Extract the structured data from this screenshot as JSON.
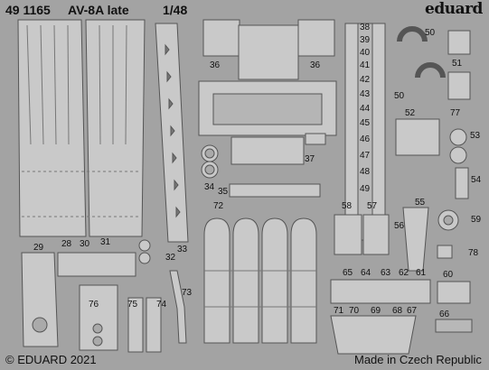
{
  "header": {
    "code": "49 1165",
    "model": "AV-8A late",
    "scale": "1/48",
    "brand": "eduard"
  },
  "footer": {
    "copyright": "© EDUARD 2021",
    "origin": "Made in Czech Republic"
  },
  "part_numbers": [
    "36",
    "36",
    "34",
    "35",
    "37",
    "38",
    "39",
    "40",
    "41",
    "42",
    "43",
    "44",
    "45",
    "46",
    "47",
    "48",
    "49",
    "50",
    "50",
    "51",
    "52",
    "53",
    "54",
    "55",
    "56",
    "57",
    "58",
    "59",
    "60",
    "61",
    "62",
    "63",
    "64",
    "65",
    "66",
    "67",
    "68",
    "69",
    "70",
    "71",
    "72",
    "73",
    "74",
    "75",
    "76",
    "77",
    "78",
    "28",
    "29",
    "30",
    "31",
    "32",
    "33"
  ],
  "colors": {
    "fret": "#a3a3a3",
    "part_face": "#c9c9c9",
    "part_edge": "#555555",
    "text": "#111111"
  }
}
